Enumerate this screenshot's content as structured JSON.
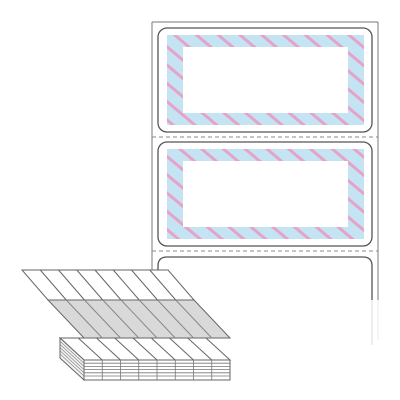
{
  "product": {
    "kind": "fanfold-label-stock",
    "label_count_shown": 2,
    "border_style": "diagonal-stripe-frame",
    "face_color": "#ffffff"
  },
  "colors": {
    "liner_outline": "#7a7a7a",
    "label_outline": "#555555",
    "stripe_pink": "#e6a3c8",
    "stripe_blue": "#c4e3f3",
    "perforation": "#888888",
    "fold_shadow": "#d9d9d9",
    "fold_light": "#f2f2f2"
  },
  "icons": [
    "fanfold-stack-icon"
  ]
}
